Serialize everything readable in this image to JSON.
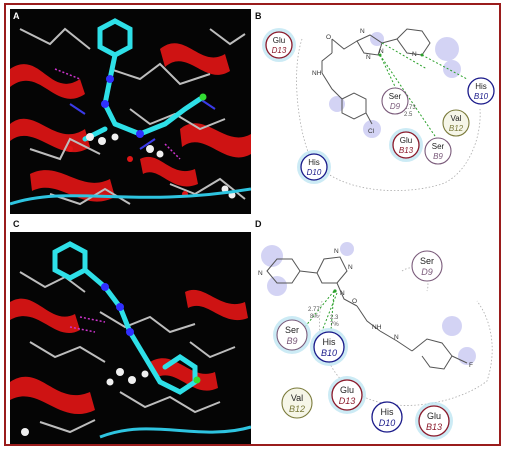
{
  "figure": {
    "panel_labels": {
      "a": "A",
      "b": "B",
      "c": "C",
      "d": "D"
    },
    "panel_b": {
      "residues": {
        "glu_d13": {
          "name": "Glu",
          "chain": "D13"
        },
        "his_b10": {
          "name": "His",
          "chain": "B10"
        },
        "ser_d9": {
          "name": "Ser",
          "chain": "D9"
        },
        "val_b12": {
          "name": "Val",
          "chain": "B12"
        },
        "glu_b13": {
          "name": "Glu",
          "chain": "B13"
        },
        "ser_b9": {
          "name": "Ser",
          "chain": "B9"
        },
        "his_d10": {
          "name": "His",
          "chain": "D10"
        }
      },
      "distances": [
        "2.73",
        "2.5"
      ],
      "atoms": {
        "o": "O",
        "nh": "NH",
        "n1": "N",
        "n2": "N",
        "n3": "N",
        "n4": "N",
        "cl": "Cl"
      }
    },
    "panel_d": {
      "residues": {
        "ser_d9": {
          "name": "Ser",
          "chain": "D9"
        },
        "ser_b9": {
          "name": "Ser",
          "chain": "B9"
        },
        "his_b10": {
          "name": "His",
          "chain": "B10"
        },
        "val_b12": {
          "name": "Val",
          "chain": "B12"
        },
        "glu_d13": {
          "name": "Glu",
          "chain": "D13"
        },
        "his_d10": {
          "name": "His",
          "chain": "D10"
        },
        "glu_b13": {
          "name": "Glu",
          "chain": "B13"
        }
      },
      "distances": [
        "2.77",
        "8%",
        "2.3",
        "7%"
      ],
      "atoms": {
        "o": "O",
        "nh": "NH",
        "n_hyd": "N",
        "n1": "N",
        "n2": "N",
        "n3": "N",
        "n4": "N",
        "f": "F"
      }
    },
    "colors": {
      "frame": "#9a1c1c",
      "acidic": "#8b1a2b",
      "basic": "#1a1a8a",
      "polar": "#7a5a7a",
      "hydrophobic": "#7a7a3a",
      "contact_halo": "#bfe6f2",
      "ligand_halo": "#c9c9f2",
      "hbond": "#2aa02a"
    }
  }
}
